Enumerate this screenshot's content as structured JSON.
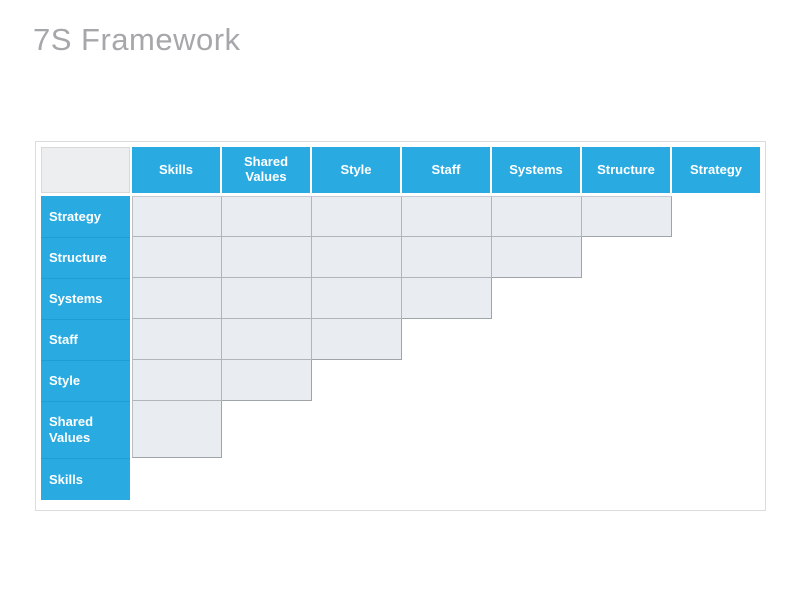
{
  "title": "7S Framework",
  "matrix": {
    "columns": [
      "Skills",
      "Shared Values",
      "Style",
      "Staff",
      "Systems",
      "Structure",
      "Strategy"
    ],
    "rows": [
      {
        "label": "Strategy",
        "cell_count": 6
      },
      {
        "label": "Structure",
        "cell_count": 5
      },
      {
        "label": "Systems",
        "cell_count": 4
      },
      {
        "label": "Staff",
        "cell_count": 3
      },
      {
        "label": "Style",
        "cell_count": 2
      },
      {
        "label": "Shared Values",
        "cell_count": 1
      },
      {
        "label": "Skills",
        "cell_count": 0
      }
    ],
    "colors": {
      "header_blue": "#29ABE2",
      "header_text": "#FFFFFF",
      "cell_fill": "#E9EDF1",
      "cell_border": "#B0B5BA",
      "corner_fill": "#EDEEEF",
      "frame_border": "#DBDCDE",
      "title_gray": "#A5A7AA"
    }
  }
}
